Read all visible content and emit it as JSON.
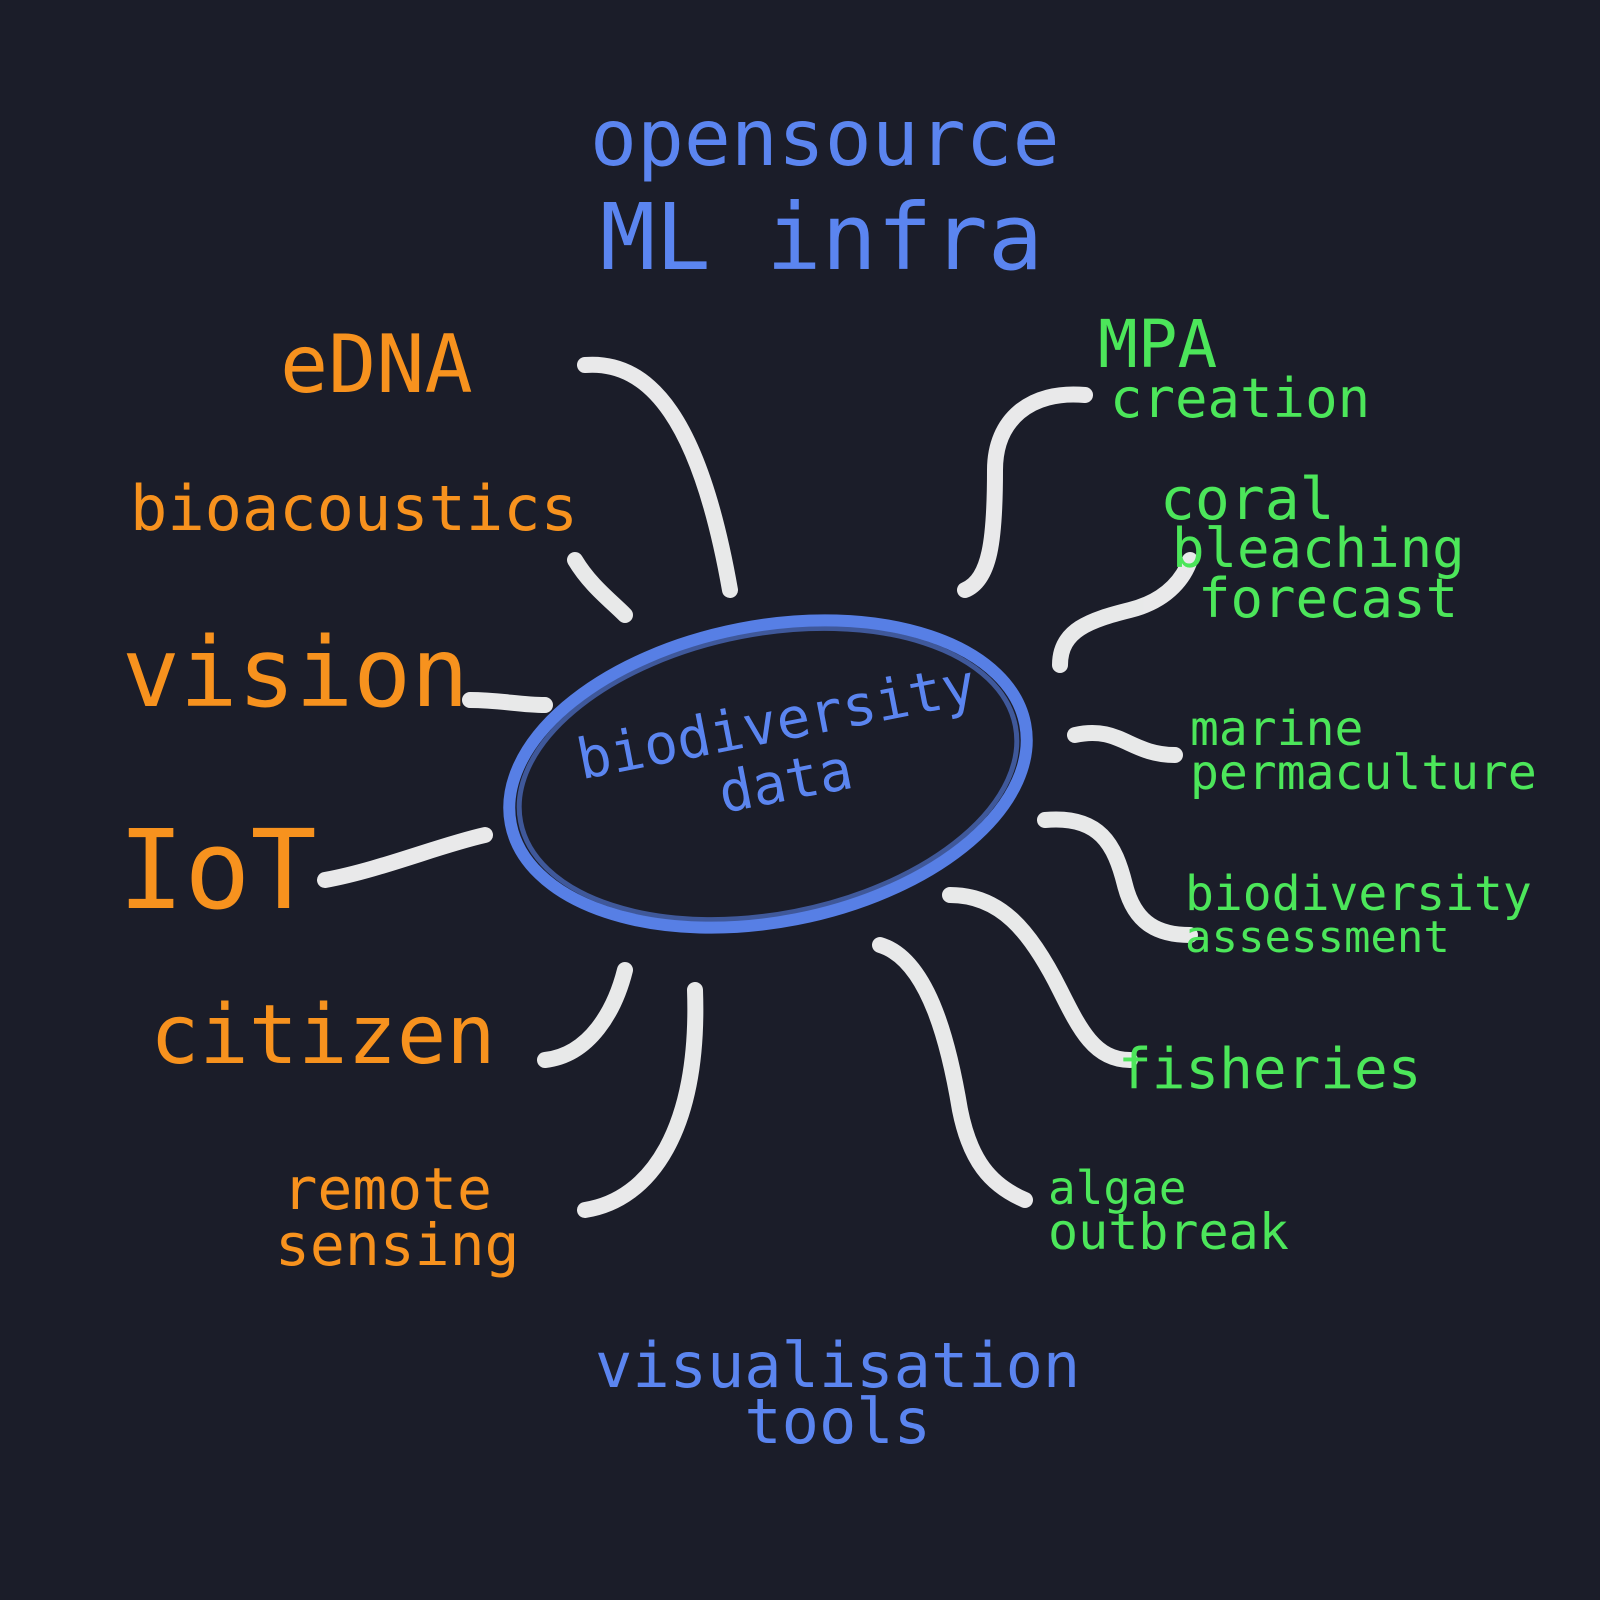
{
  "colors": {
    "background": "#1b1d29",
    "inputs": "#f7921e",
    "infrastructure": "#5b85f0",
    "applications": "#4ce65a",
    "connectors": "#f4f4f4"
  },
  "center": {
    "line1": "biodiversity",
    "line2": "data"
  },
  "infrastructure": {
    "top_line1": "opensource",
    "top_line2": "ML infra",
    "bottom_line1": "visualisation",
    "bottom_line2": "tools"
  },
  "inputs": {
    "edna": "eDNA",
    "bioacoustics": "bioacoustics",
    "vision": "vision",
    "iot": "IoT",
    "citizen": "citizen",
    "remote_sensing_line1": "remote",
    "remote_sensing_line2": "sensing"
  },
  "applications": {
    "mpa_line1": "MPA",
    "mpa_line2": "creation",
    "coral_line1": "coral",
    "coral_line2": "bleaching",
    "coral_line3": "forecast",
    "marine_line1": "marine",
    "marine_line2": "permaculture",
    "assessment_line1": "biodiversity",
    "assessment_line2": "assessment",
    "fisheries": "fisheries",
    "algae_line1": "algae",
    "algae_line2": "outbreak"
  }
}
